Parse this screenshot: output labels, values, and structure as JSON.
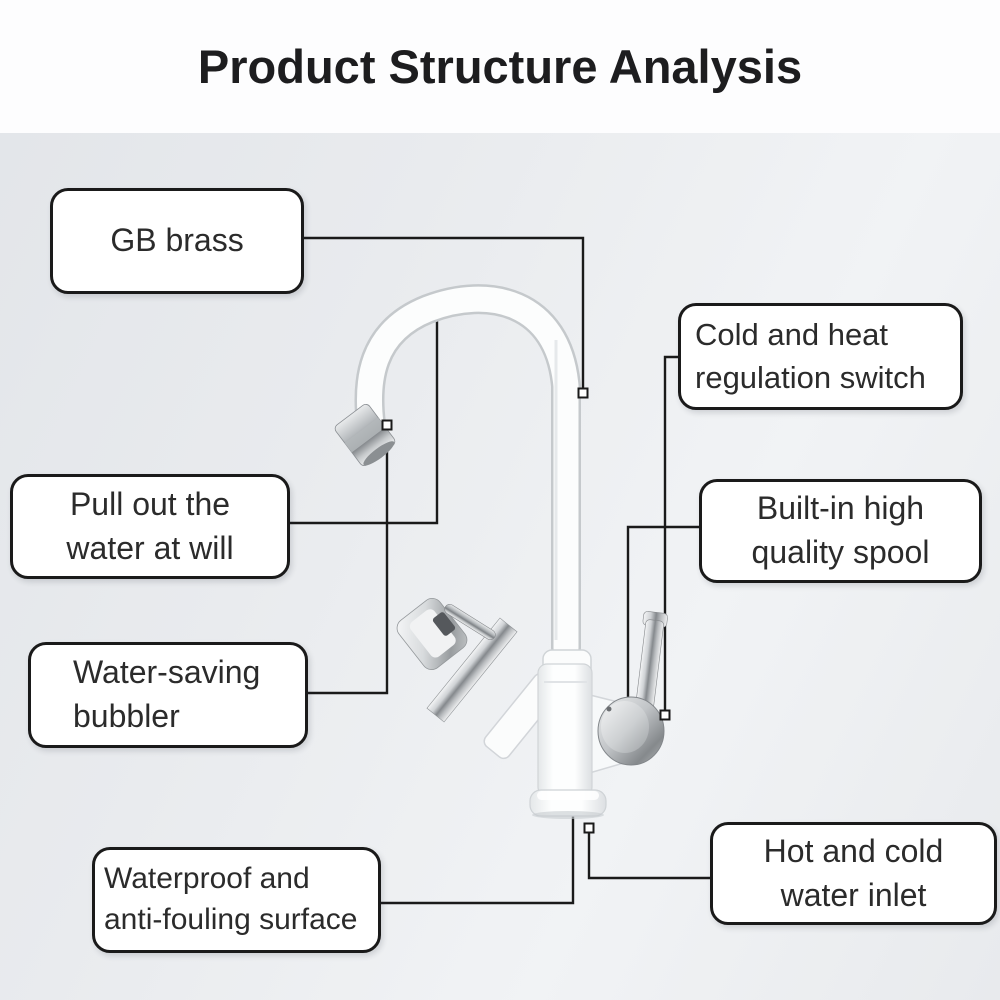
{
  "title": "Product Structure Analysis",
  "callouts": {
    "gb_brass": {
      "line1": "GB brass",
      "line2": ""
    },
    "pull_out": {
      "line1": "Pull out the",
      "line2": "water at will"
    },
    "bubbler": {
      "line1": "Water-saving",
      "line2": "bubbler"
    },
    "waterproof": {
      "line1": "Waterproof and",
      "line2": "anti-fouling surface"
    },
    "cold_heat": {
      "line1": "Cold and heat",
      "line2": "regulation switch"
    },
    "spool": {
      "line1": "Built-in high",
      "line2": "quality spool"
    },
    "hot_cold": {
      "line1": "Hot and cold",
      "line2": "water inlet"
    }
  },
  "colors": {
    "box_border": "#1a1a1a",
    "box_fill": "#ffffff",
    "connector_line": "#1a1a1a",
    "text": "#2b2b2b",
    "title_text": "#1d1d1f",
    "title_band_background": "#fdfdfe",
    "background": "#e9ebee",
    "faucet_body": "#fdfdfd",
    "faucet_chrome": "#9ba0a4"
  },
  "illustration": {
    "subject": "white gooseneck kitchen faucet with chrome aerator, pull-out sprayer and chrome lever handle"
  }
}
